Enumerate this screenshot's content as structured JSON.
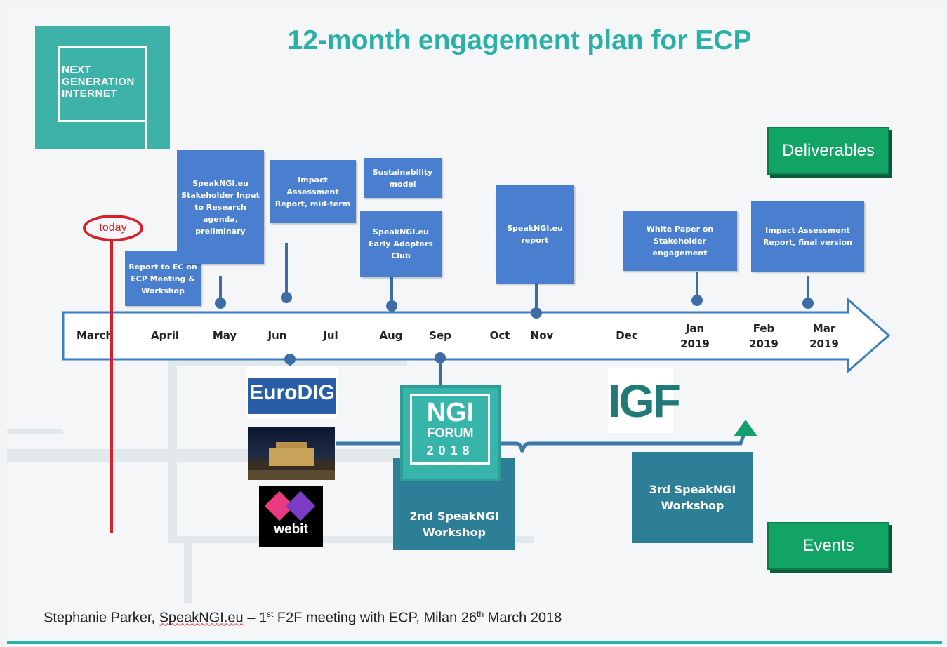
{
  "title": "12-month engagement plan for ECP",
  "logo": {
    "text": "NEXT\nGENERATION\nINTERNET"
  },
  "legend": {
    "deliverables": "Deliverables",
    "events": "Events"
  },
  "today_label": "today",
  "months": [
    {
      "line1": "March",
      "line2": ""
    },
    {
      "line1": "April",
      "line2": ""
    },
    {
      "line1": "May",
      "line2": ""
    },
    {
      "line1": "Jun",
      "line2": ""
    },
    {
      "line1": "Jul",
      "line2": ""
    },
    {
      "line1": "Aug",
      "line2": ""
    },
    {
      "line1": "Sep",
      "line2": ""
    },
    {
      "line1": "Oct",
      "line2": ""
    },
    {
      "line1": "Nov",
      "line2": ""
    },
    {
      "line1": "Dec",
      "line2": ""
    },
    {
      "line1": "Jan",
      "line2": "2019"
    },
    {
      "line1": "Feb",
      "line2": "2019"
    },
    {
      "line1": "Mar",
      "line2": "2019"
    }
  ],
  "deliverables": [
    "Report to EC on ECP Meeting & Workshop",
    "SpeakNGI.eu Stakeholder Input to Research agenda, preliminary",
    "Impact Assessment Report, mid-term",
    "Sustainability model",
    "SpeakNGI.eu Early Adopters Club",
    "SpeakNGI.eu report",
    "White Paper on Stakeholder engagement",
    "Impact Assessment Report, final version"
  ],
  "events": {
    "eurodig": "EuroDIG",
    "webit": "webit",
    "ngi_forum": {
      "line1": "NGI",
      "line2": "FORUM",
      "line3": "2018"
    },
    "second_workshop": {
      "line1": "2nd SpeakNGI",
      "line2": "Workshop"
    },
    "third_workshop": {
      "line1": "3rd SpeakNGI",
      "line2": "Workshop"
    },
    "igf": "IGF"
  },
  "footer": {
    "author": "Stephanie Parker, ",
    "org": "SpeakNGI.eu",
    "mid": " – 1",
    "sup1": "st",
    "rest": " F2F meeting with ECP, Milan 26",
    "sup2": "th",
    "end": " March 2018"
  },
  "colors": {
    "teal": "#2ab0a6",
    "deliverable_blue": "#4a7fd0",
    "event_teal": "#2d7e97",
    "legend_green": "#12a464",
    "today_red": "#d8202a"
  }
}
